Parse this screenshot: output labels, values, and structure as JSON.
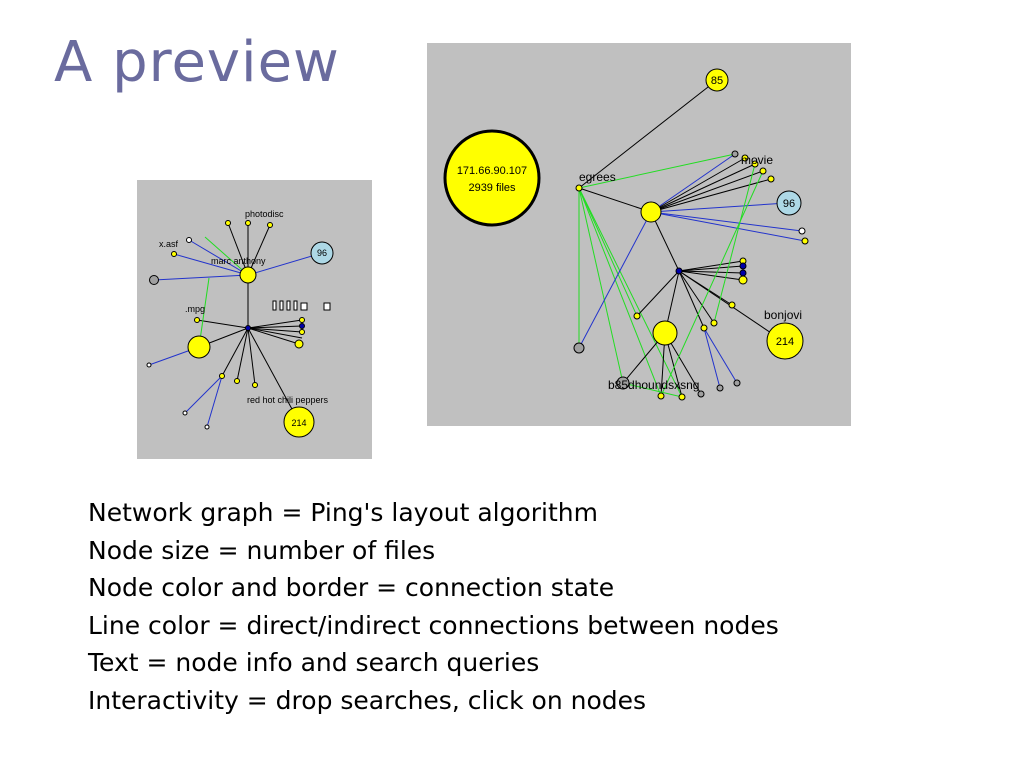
{
  "slide": {
    "title": "A preview",
    "bullets": [
      "Network graph = Ping's layout algorithm",
      "Node size = number of files",
      "Node color and border = connection state",
      "Line color = direct/indirect connections between nodes",
      "Text = node info and search queries",
      "Interactivity = drop searches, click on nodes"
    ]
  },
  "colors": {
    "title": "#6a6b9e",
    "panel_bg": "#c0c0c0",
    "node_yellow": "#ffff00",
    "node_blue": "#add8e6",
    "node_gray": "#a0a0a0",
    "hub": "#0000aa",
    "line_black": "#000000",
    "line_blue": "#2233cc",
    "line_green": "#22dd22"
  },
  "small_graph": {
    "labels": {
      "photodisc": "photodisc",
      "xasf": "x.asf",
      "marc": "marc anthony",
      "mpg": ".mpg",
      "rhcp": "red hot chili peppers",
      "n96": "96",
      "n214": "214"
    }
  },
  "large_graph": {
    "labels": {
      "big_ip": "171.66.90.107",
      "big_files": "2939 files",
      "degrees": "egrees",
      "movie": "movie",
      "n85": "85",
      "n96": "96",
      "bonjovi": "bonjovi",
      "n214": "214",
      "bottom": "b85dhoundsxsng"
    }
  }
}
